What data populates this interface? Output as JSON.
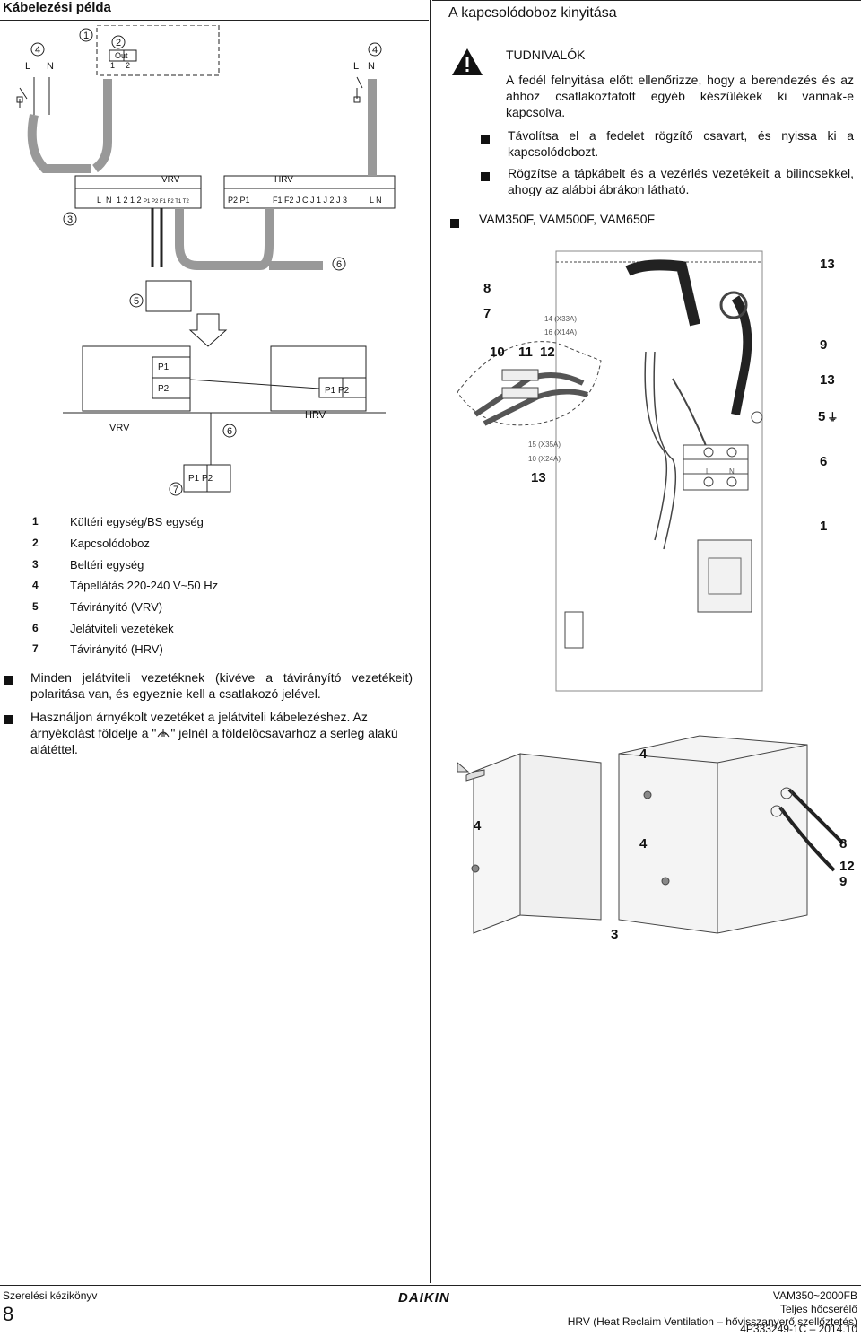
{
  "left": {
    "title": "Kábelezési példa",
    "diagram": {
      "terminals_left": [
        "L",
        "N"
      ],
      "out_label": "Out",
      "out_pins": [
        "1",
        "2"
      ],
      "terminals_right": [
        "L",
        "N"
      ],
      "vrv_label": "VRV",
      "vrv_terminals": [
        "L",
        "N",
        "1",
        "2",
        "1",
        "2",
        "P1",
        "P2",
        "F1",
        "F2",
        "T1",
        "T2"
      ],
      "hrv_label": "HRV",
      "hrv_terminals": [
        "P2",
        "P1",
        "F1",
        "F2",
        "J C",
        "J 1",
        "J 2",
        "J 3",
        "L",
        "N"
      ],
      "lower_vrv": "VRV",
      "lower_hrv": "HRV",
      "p1": "P1",
      "p2": "P2",
      "callouts": [
        "1",
        "2",
        "3",
        "4",
        "4",
        "5",
        "6",
        "6",
        "7"
      ]
    },
    "legend": [
      {
        "num": "1",
        "text": "Kültéri egység/BS egység"
      },
      {
        "num": "2",
        "text": "Kapcsolódoboz"
      },
      {
        "num": "3",
        "text": "Beltéri egység"
      },
      {
        "num": "4",
        "text": "Tápellátás 220-240 V~50 Hz"
      },
      {
        "num": "5",
        "text": "Távirányító (VRV)"
      },
      {
        "num": "6",
        "text": "Jelátviteli vezetékek"
      },
      {
        "num": "7",
        "text": "Távirányító (HRV)"
      }
    ],
    "notes": [
      "Minden jelátviteli vezetéknek (kivéve a távirányító vezetékeit) polaritása van, és egyeznie kell a csatlakozó jelével.",
      "Használjon árnyékolt vezetéket a jelátviteli kábelezéshez. Az árnyékolást földelje a \"",
      "\" jelnél a földelőcsavarhoz a serleg alakú alátéttel."
    ]
  },
  "right": {
    "title": "A kapcsolódoboz kinyitása",
    "warning_title": "TUDNIVALÓK",
    "warning_text": "A fedél felnyitása előtt ellenőrizze, hogy a berendezés és az ahhoz csatlakoztatott egyéb készülékek ki vannak-e kapcsolva.",
    "steps": [
      "Távolítsa el a fedelet rögzítő csavart, és nyissa ki a kapcsolódobozt.",
      "Rögzítse a tápkábelt és a vezérlés vezetékeit a bilincsekkel, ahogy az alábbi ábrákon látható."
    ],
    "models": "VAM350F, VAM500F, VAM650F",
    "figure": {
      "labels_small": [
        "14 (X33A)",
        "16 (X14A)",
        "15 (X35A)",
        "10 (X24A)"
      ],
      "term_L": "L",
      "term_N": "N",
      "callouts": [
        "8",
        "7",
        "10",
        "11",
        "12",
        "13",
        "9",
        "13",
        "5",
        "6",
        "13",
        "1"
      ],
      "callouts_box": [
        "4",
        "4",
        "4",
        "8",
        "12",
        "9",
        "3"
      ]
    }
  },
  "footer": {
    "manual": "Szerelési kézikönyv",
    "page": "8",
    "brand": "DAIKIN",
    "model_range": "VAM350~2000FB",
    "product": "Teljes hőcserélő",
    "product_long": "HRV (Heat Reclaim Ventilation – hővisszanyerő szellőztetés)",
    "code": "4P333249-1C – 2014.10"
  }
}
